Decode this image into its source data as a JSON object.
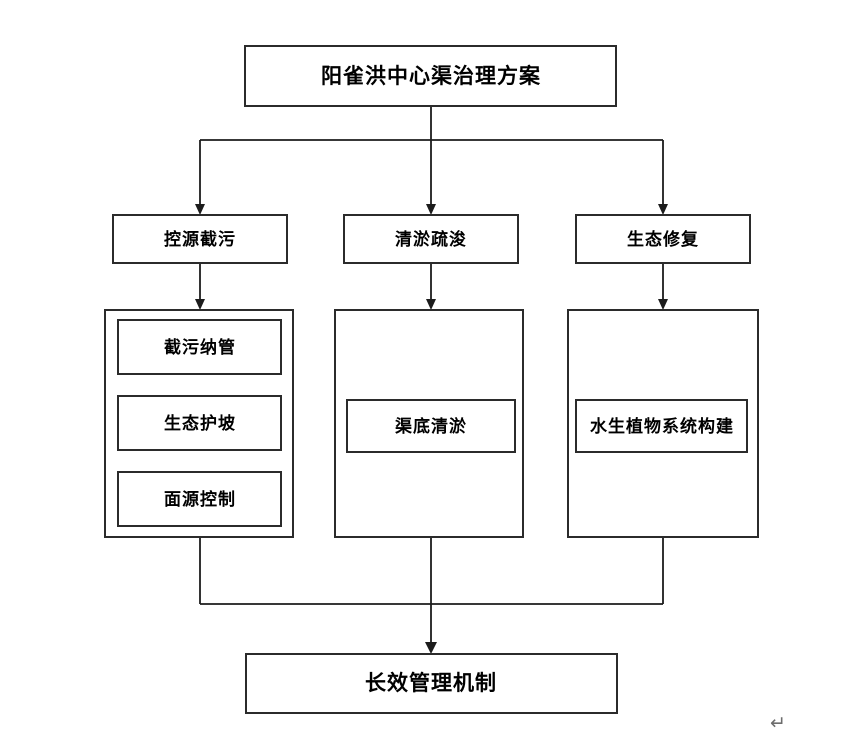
{
  "document": {
    "title": "阳雀洪中心渠治理方案",
    "page_background": "#ffffff",
    "line_color": "#1c1c1c",
    "box_border_color": "#2b2b2b",
    "box_fill_color": "#ffffff",
    "end_mark": "↵"
  },
  "chart_data": {
    "type": "diagram",
    "diagram_kind": "flowchart-tree",
    "orientation": "top-down",
    "title": "阳雀洪中心渠治理方案",
    "root": {
      "id": "root",
      "label": "阳雀洪中心渠治理方案",
      "level": 0
    },
    "branches": [
      {
        "id": "branch-1",
        "label": "控源截污",
        "level": 1,
        "children": [
          {
            "id": "leaf-1-1",
            "label": "截污纳管",
            "level": 2
          },
          {
            "id": "leaf-1-2",
            "label": "生态护坡",
            "level": 2
          },
          {
            "id": "leaf-1-3",
            "label": "面源控制",
            "level": 2
          }
        ]
      },
      {
        "id": "branch-2",
        "label": "清淤疏浚",
        "level": 1,
        "children": [
          {
            "id": "leaf-2-1",
            "label": "渠底清淤",
            "level": 2
          }
        ]
      },
      {
        "id": "branch-3",
        "label": "生态修复",
        "level": 1,
        "children": [
          {
            "id": "leaf-3-1",
            "label": "水生植物系统构建",
            "level": 2
          }
        ]
      }
    ],
    "footer": {
      "id": "footer",
      "label": "长效管理机制",
      "level": 3
    },
    "edges": [
      {
        "from": "root",
        "to": "branch-1",
        "style": "orthogonal",
        "arrow": true
      },
      {
        "from": "root",
        "to": "branch-2",
        "style": "orthogonal",
        "arrow": true
      },
      {
        "from": "root",
        "to": "branch-3",
        "style": "orthogonal",
        "arrow": true
      },
      {
        "from": "branch-1",
        "to": "group-1",
        "style": "straight",
        "arrow": true
      },
      {
        "from": "branch-2",
        "to": "group-2",
        "style": "straight",
        "arrow": true
      },
      {
        "from": "branch-3",
        "to": "group-3",
        "style": "straight",
        "arrow": true
      },
      {
        "from": "group-1",
        "to": "footer",
        "style": "orthogonal-merge",
        "arrow": false
      },
      {
        "from": "group-2",
        "to": "footer",
        "style": "orthogonal-merge",
        "arrow": true
      },
      {
        "from": "group-3",
        "to": "footer",
        "style": "orthogonal-merge",
        "arrow": false
      }
    ]
  }
}
